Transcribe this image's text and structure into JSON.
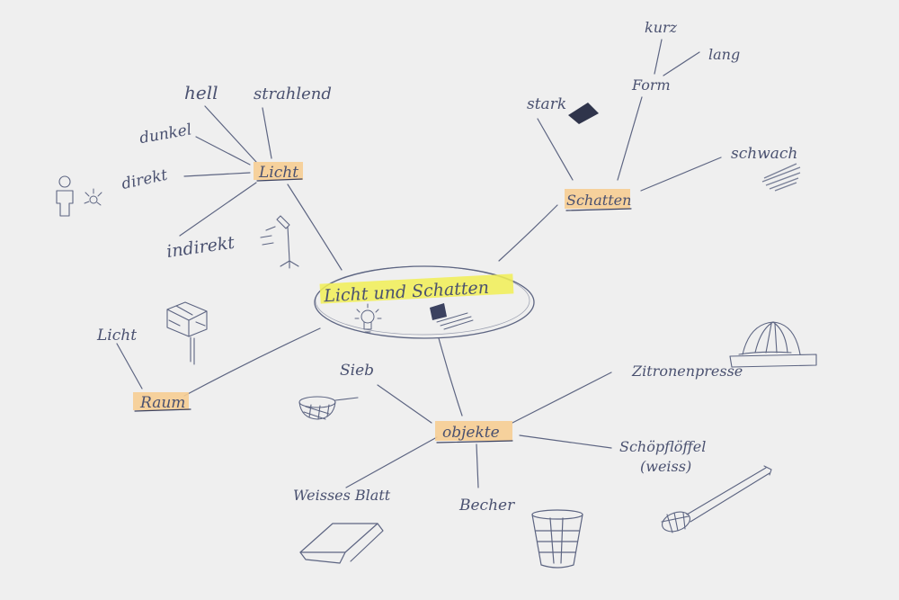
{
  "colors": {
    "paper": "#efefef",
    "ink": "#4a5170",
    "highlight_orange": "#f6cd92",
    "highlight_yellow": "#f1ef55"
  },
  "center": {
    "label": "Licht und Schatten"
  },
  "licht": {
    "label": "Licht",
    "branches": {
      "hell": "hell",
      "strahlend": "strahlend",
      "dunkel": "dunkel",
      "direkt": "direkt",
      "indirekt": "indirekt"
    }
  },
  "schatten": {
    "label": "Schatten",
    "branches": {
      "stark": "stark",
      "form": "Form",
      "kurz": "kurz",
      "lang": "lang",
      "schwach": "schwach"
    }
  },
  "raum": {
    "label": "Raum",
    "branches": {
      "licht": "Licht"
    }
  },
  "objekte": {
    "label": "objekte",
    "branches": {
      "sieb": "Sieb",
      "zitronenpresse": "Zitronenpresse",
      "schoepfloeffel": "Schöpflöffel",
      "weiss": "(weiss)",
      "becher": "Becher",
      "weisses_blatt": "Weisses Blatt"
    }
  },
  "icons": [
    "person-icon",
    "spotlight-icon",
    "studio-lamp-icon",
    "lightbulb-icon",
    "shadow-block-icon",
    "box-icon",
    "sieve-icon",
    "citrus-press-icon",
    "ladle-icon",
    "cup-icon",
    "paper-sheet-icon",
    "dark-shadow-swatch-icon",
    "light-shadow-swatch-icon"
  ]
}
